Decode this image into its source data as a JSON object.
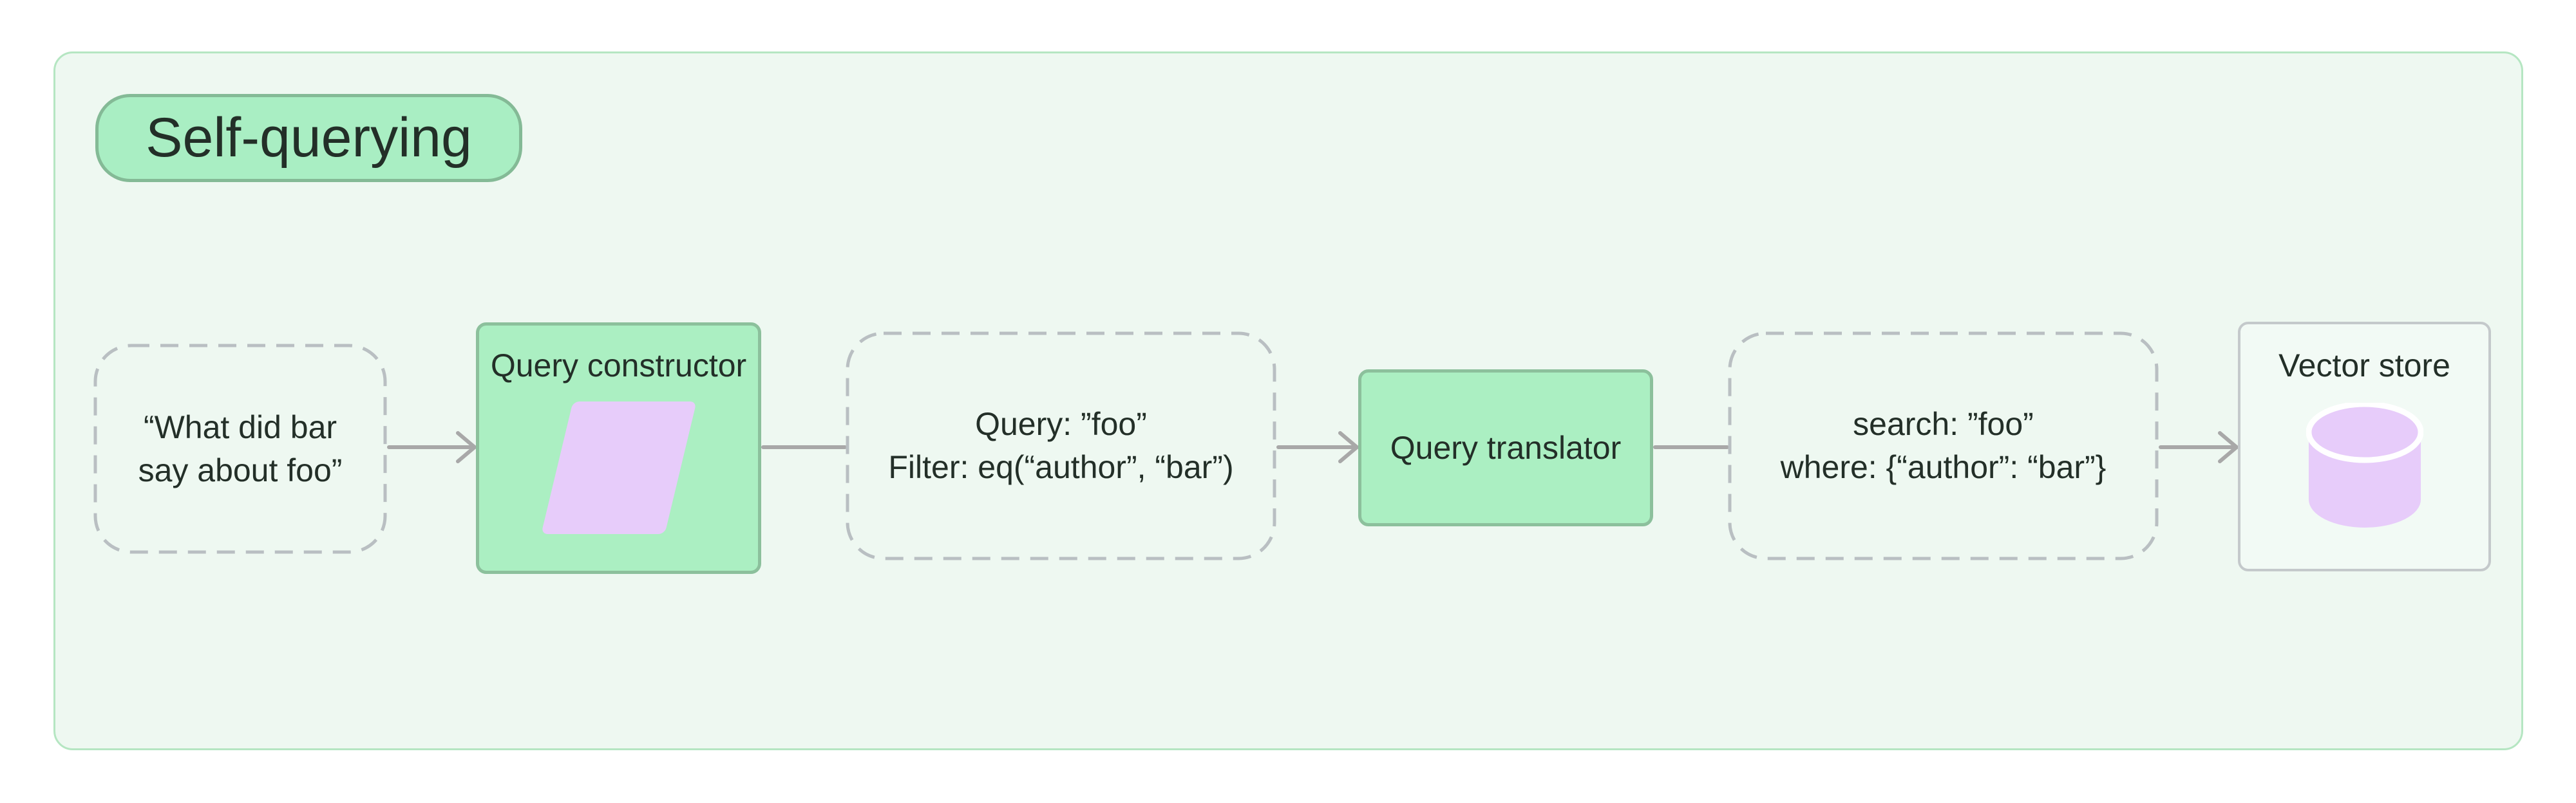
{
  "diagram": {
    "title": "Self-querying",
    "nodes": [
      {
        "id": "input-query",
        "type": "dashed",
        "text": "“What did bar\nsay about foo”"
      },
      {
        "id": "query-constructor",
        "type": "process",
        "label": "Query constructor",
        "icon": "structured-query-icon"
      },
      {
        "id": "structured-query",
        "type": "dashed",
        "text": "Query: ”foo”\nFilter: eq(“author”, “bar”)"
      },
      {
        "id": "query-translator",
        "type": "process",
        "label": "Query translator"
      },
      {
        "id": "translated-query",
        "type": "dashed",
        "text": "search: ”foo”\nwhere: {“author”: “bar”}"
      },
      {
        "id": "vector-store",
        "type": "store",
        "label": "Vector store",
        "icon": "database-icon"
      }
    ],
    "connectors": [
      {
        "from": "input-query",
        "to": "query-constructor",
        "arrowhead": true
      },
      {
        "from": "query-constructor",
        "to": "structured-query",
        "arrowhead": false
      },
      {
        "from": "structured-query",
        "to": "query-translator",
        "arrowhead": true
      },
      {
        "from": "query-translator",
        "to": "translated-query",
        "arrowhead": false
      },
      {
        "from": "translated-query",
        "to": "vector-store",
        "arrowhead": true
      }
    ]
  },
  "colors": {
    "container_bg": "#eef8f1",
    "container_border": "#b5e6c2",
    "badge_bg": "#a9eec3",
    "badge_border": "#84ba96",
    "node_fill": "#abefc2",
    "node_border": "#8cc09c",
    "store_fill": "#f2faf5",
    "store_border": "#c4c9cb",
    "dashed_border": "#b9bfc2",
    "connector": "#a8a8a8",
    "icon_purple": "#e7ccfa",
    "text": "#232f28"
  }
}
